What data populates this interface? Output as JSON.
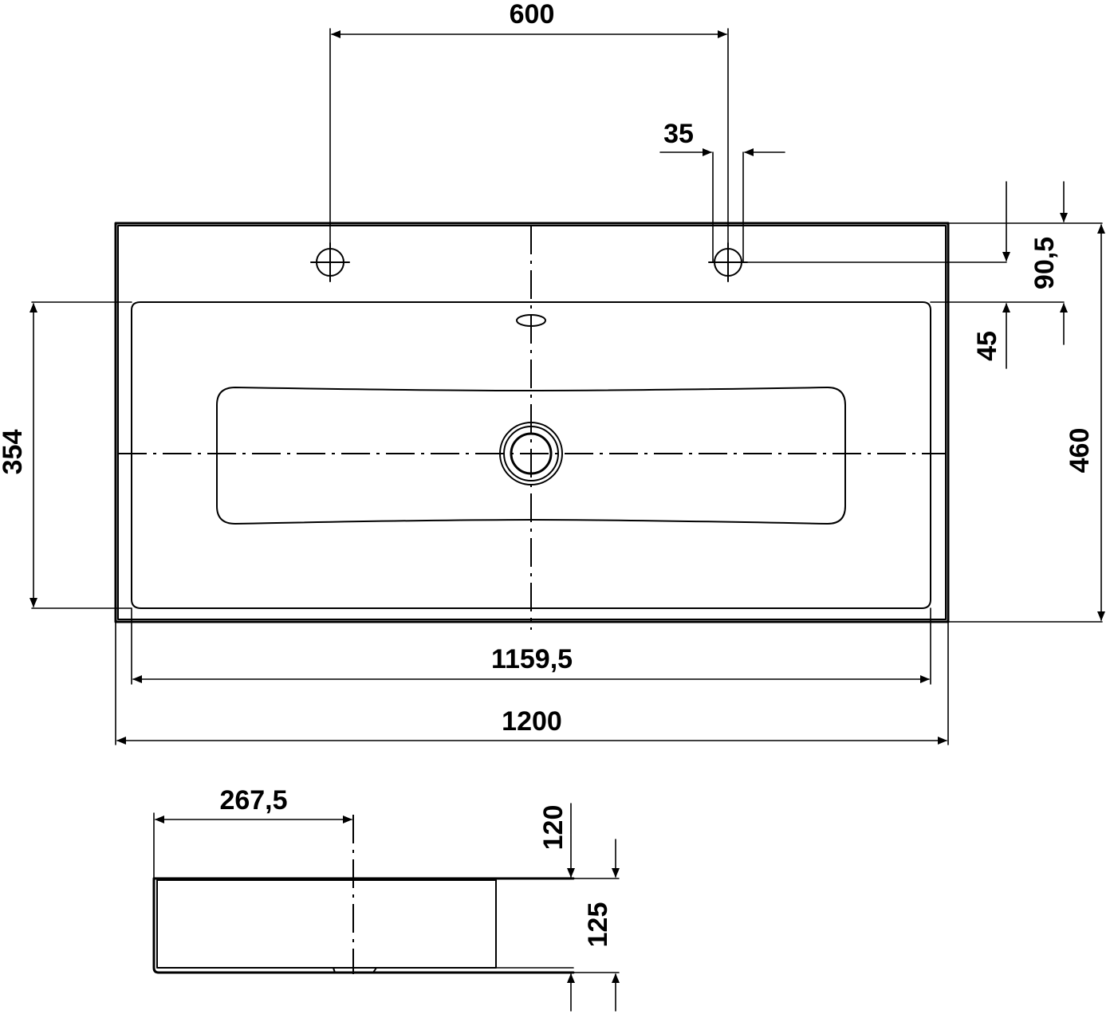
{
  "dimensions": {
    "tap_spacing": "600",
    "tap_hole_diameter": "35",
    "tap_offset_from_back": "90,5",
    "basin_from_back": "45",
    "basin_depth": "354",
    "overall_depth": "460",
    "inner_width": "1159,5",
    "overall_width": "1200",
    "side_offset": "267,5",
    "rim_height": "120",
    "basin_height": "125"
  }
}
